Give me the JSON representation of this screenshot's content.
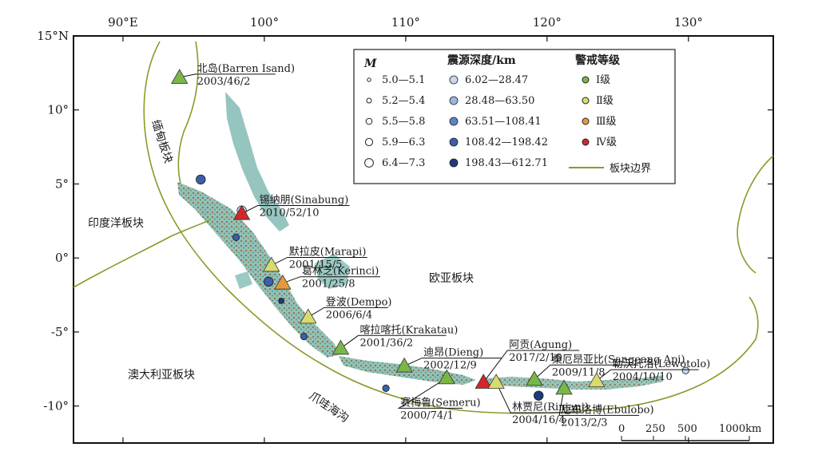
{
  "axes": {
    "lon_ticks": [
      {
        "value": 90,
        "label": "90°E"
      },
      {
        "value": 100,
        "label": "100°"
      },
      {
        "value": 110,
        "label": "110°"
      },
      {
        "value": 120,
        "label": "120°"
      },
      {
        "value": 130,
        "label": "130°"
      }
    ],
    "lat_ticks": [
      {
        "value": 15,
        "label": "15°N"
      },
      {
        "value": 10,
        "label": "10°"
      },
      {
        "value": 5,
        "label": "5°"
      },
      {
        "value": 0,
        "label": "0°"
      },
      {
        "value": -5,
        "label": "-5°"
      },
      {
        "value": -10,
        "label": "-10°"
      }
    ],
    "lon_range": [
      86.5,
      136
    ],
    "lat_range": [
      -12.5,
      15
    ]
  },
  "plates": {
    "myanmar_plate": "缅甸板块",
    "indian_ocean_plate": "印度洋板块",
    "eurasian_plate": "欧亚板块",
    "australian_plate": "澳大利亚板块",
    "trench": "爪哇海沟"
  },
  "colors": {
    "boundary": "#8a9a2a",
    "level1": "#7ab648",
    "level2": "#d8dc6e",
    "level3": "#e39a3c",
    "level4": "#d3262a",
    "depth1": "#c8d8ec",
    "depth2": "#9ab6dc",
    "depth3": "#5c86c2",
    "depth4": "#3b5fa8",
    "depth5": "#1f3a7c",
    "land": "#8bbfb8",
    "highland": "#9b6a3a"
  },
  "volcanoes": [
    {
      "name": "北岛(Barren Isand)",
      "info": "2003/46/2",
      "level": 1,
      "lon": 94.0,
      "lat": 12.2
    },
    {
      "name": "锡纳朋(Sinabung)",
      "info": "2010/52/10",
      "level": 4,
      "lon": 98.4,
      "lat": 3.0
    },
    {
      "name": "默拉皮(Marapi)",
      "info": "2001/15/5",
      "level": 2,
      "lon": 100.5,
      "lat": -0.5
    },
    {
      "name": "葛林芝(Kerinci)",
      "info": "2001/25/8",
      "level": 3,
      "lon": 101.3,
      "lat": -1.7
    },
    {
      "name": "登波(Dempo)",
      "info": "2006/6/4",
      "level": 2,
      "lon": 103.1,
      "lat": -4.0
    },
    {
      "name": "喀拉喀托(Krakatau)",
      "info": "2001/36/2",
      "level": 1,
      "lon": 105.4,
      "lat": -6.1
    },
    {
      "name": "迪昂(Dieng)",
      "info": "2002/12/9",
      "level": 1,
      "lon": 109.9,
      "lat": -7.3
    },
    {
      "name": "赛梅鲁(Semeru)",
      "info": "2000/74/1",
      "level": 1,
      "lon": 112.9,
      "lat": -8.1
    },
    {
      "name": "阿贡(Agung)",
      "info": "2017/2/10",
      "level": 4,
      "lon": 115.5,
      "lat": -8.4
    },
    {
      "name": "林贾尼(Rinjani)",
      "info": "2004/16/4",
      "level": 2,
      "lon": 116.4,
      "lat": -8.4
    },
    {
      "name": "桑厄昂亚比(Sangeang Api)",
      "info": "2009/11/8",
      "level": 1,
      "lon": 119.1,
      "lat": -8.2
    },
    {
      "name": "厄布洛博(Ebulobo)",
      "info": "2013/2/3",
      "level": 1,
      "lon": 121.2,
      "lat": -8.8
    },
    {
      "name": "勒沃托洛(Lewotolo)",
      "info": "2004/10/10",
      "level": 2,
      "lon": 123.5,
      "lat": -8.3
    }
  ],
  "quakes": [
    {
      "lon": 95.5,
      "lat": 5.3,
      "mag": 4,
      "depth": 4
    },
    {
      "lon": 98.4,
      "lat": 3.2,
      "mag": 4,
      "depth": 1
    },
    {
      "lon": 98.0,
      "lat": 1.4,
      "mag": 2,
      "depth": 4
    },
    {
      "lon": 100.3,
      "lat": -1.6,
      "mag": 4,
      "depth": 4
    },
    {
      "lon": 101.2,
      "lat": -2.9,
      "mag": 1,
      "depth": 5
    },
    {
      "lon": 102.8,
      "lat": -5.3,
      "mag": 2,
      "depth": 4
    },
    {
      "lon": 108.6,
      "lat": -8.8,
      "mag": 2,
      "depth": 4
    },
    {
      "lon": 119.4,
      "lat": -9.3,
      "mag": 4,
      "depth": 5
    },
    {
      "lon": 129.8,
      "lat": -7.6,
      "mag": 2,
      "depth": 1
    }
  ],
  "legend": {
    "m_title": "M",
    "m_items": [
      "5.0—5.1",
      "5.2—5.4",
      "5.5—5.8",
      "5.9—6.3",
      "6.4—7.3"
    ],
    "depth_title": "震源深度/km",
    "depth_items": [
      "6.02—28.47",
      "28.48—63.50",
      "63.51—108.41",
      "108.42—198.42",
      "198.43—612.71"
    ],
    "level_title": "警戒等级",
    "level_items": [
      "Ⅰ级",
      "Ⅱ级",
      "Ⅲ级",
      "Ⅳ级"
    ],
    "boundary_label": "板块边界"
  },
  "scalebar": {
    "ticks": [
      "0",
      "250",
      "500"
    ],
    "end_label": "1000km"
  }
}
